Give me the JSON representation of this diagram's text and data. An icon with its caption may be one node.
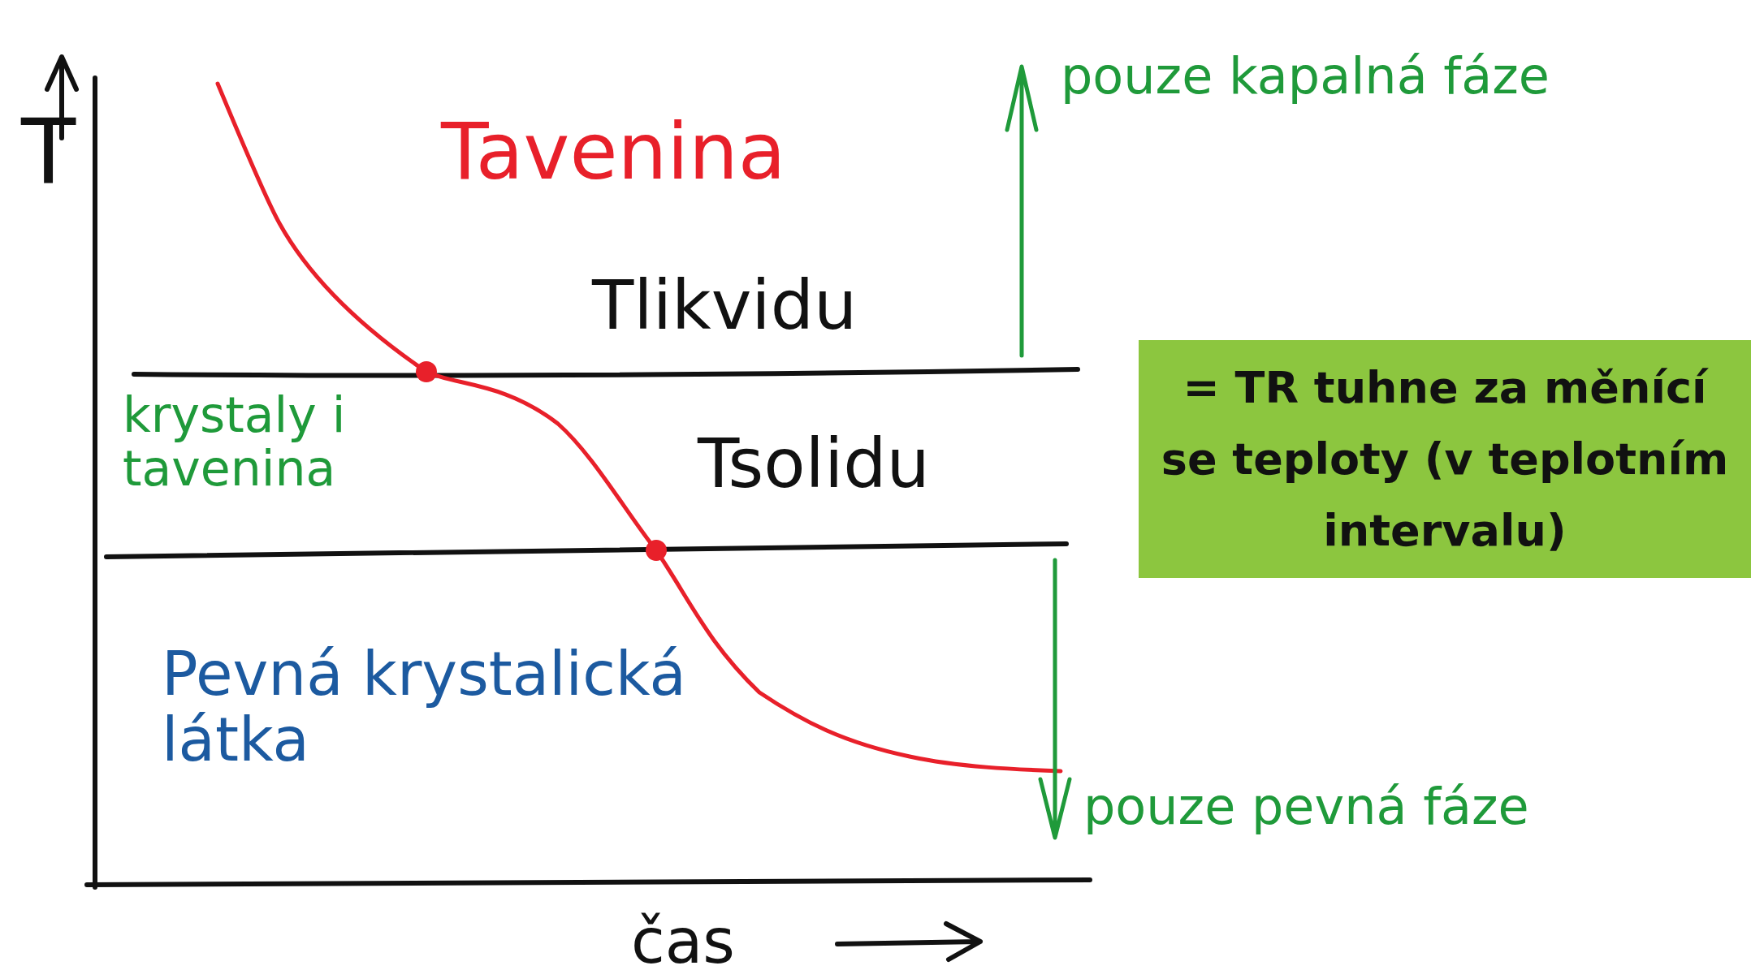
{
  "diagram": {
    "nodes": [
      {
        "text": [
          "= TR tuhne za měnící se teploty (v teplotním intervalu)"
        ]
      }
    ],
    "labels": [
      "T",
      "Tavenina",
      "Tlikvidu",
      "krystaly i tavenina",
      "Tsolidu",
      "Pevná krystalická látka",
      "čas",
      "pouze kapalná fáze",
      "pouze pevná fáze"
    ]
  }
}
